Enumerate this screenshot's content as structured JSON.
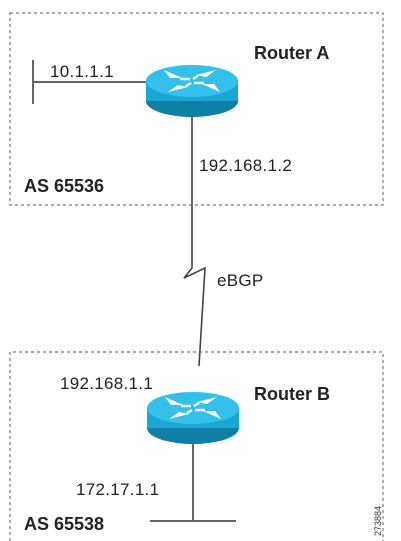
{
  "domain_a": {
    "as_label": "AS 65536",
    "router_name": "Router A",
    "lan_ip": "10.1.1.1",
    "wan_ip": "192.168.1.2"
  },
  "domain_b": {
    "as_label": "AS 65538",
    "router_name": "Router B",
    "lan_ip": "172.17.1.1",
    "wan_ip": "192.168.1.1"
  },
  "link": {
    "protocol_label": "eBGP"
  },
  "figure_id": "273884",
  "colors": {
    "router_fill": "#1ba7d6",
    "router_top": "#33c1ea",
    "router_dark": "#0f7fa8",
    "arrow": "#ffffff",
    "line": "#555555",
    "border": "#777777"
  },
  "icons": {
    "router": "router-icon",
    "serial_link": "lightning-link-icon"
  }
}
